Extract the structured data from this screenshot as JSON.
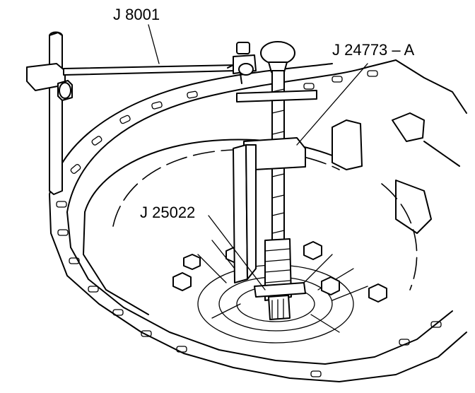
{
  "callouts": {
    "dial_indicator": "J 8001",
    "remover": "J 24773 – A",
    "adapter": "J 25022"
  },
  "colors": {
    "line": "#000000",
    "background": "#ffffff"
  }
}
